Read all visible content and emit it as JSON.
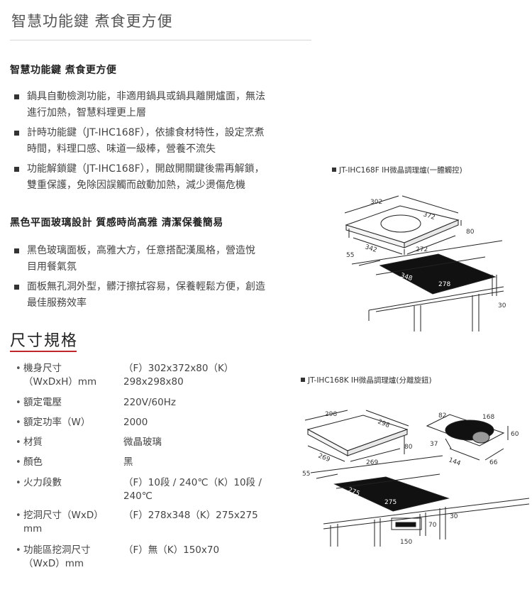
{
  "page_title": "智慧功能鍵 煮食更方便",
  "section1": {
    "heading": "智慧功能鍵  煮食更方便",
    "bullets": [
      [
        "鍋具自動檢測功能，非適用鍋具或鍋具離開爐面，無法",
        "進行加熱，智慧料理更上層"
      ],
      [
        "計時功能鍵（JT-IHC168F），依據食材特性，設定烹煮",
        "時間，料理口感、味道一級棒，營養不流失"
      ],
      [
        "功能解鎖鍵（JT-IHC168F），開啟開關鍵後需再解鎖，",
        "雙重保護，免除因誤觸而啟動加熱，減少燙傷危機"
      ]
    ]
  },
  "section2": {
    "heading": "黑色平面玻璃設計  質感時尚高雅  清潔保養簡易",
    "bullets": [
      [
        "黑色玻璃面板，高雅大方，任意搭配漢風格，營造悅",
        "目用餐氣氛"
      ],
      [
        "面板無孔洞外型，髒汙擦拭容易，保養輕鬆方便，創造",
        "最佳服務效率"
      ]
    ]
  },
  "specs": {
    "title": "尺寸規格",
    "rows": [
      {
        "label": [
          "機身尺寸",
          "（WxDxH）mm"
        ],
        "value": [
          "（F）302x372x80（K）",
          "298x298x80"
        ]
      },
      {
        "label": [
          "額定電壓"
        ],
        "value": [
          "220V/60Hz"
        ]
      },
      {
        "label": [
          "額定功率（W）"
        ],
        "value": [
          "2000"
        ]
      },
      {
        "label": [
          "材質"
        ],
        "value": [
          "微晶玻璃"
        ]
      },
      {
        "label": [
          "顏色"
        ],
        "value": [
          "黑"
        ]
      },
      {
        "label": [
          "火力段數"
        ],
        "value": [
          "（F）10段 / 240℃（K）10段 /",
          "240℃"
        ]
      },
      {
        "label": [
          "挖洞尺寸（WxD）",
          "mm"
        ],
        "value": [
          "（F）278x348（K）275x275"
        ]
      },
      {
        "label": [
          "功能區挖洞尺寸",
          "（WxD）mm"
        ],
        "value": [
          "（F）無（K）150x70"
        ]
      }
    ]
  },
  "diagram1": {
    "caption": "JT-IHC168F IH微晶調理爐(一體觸控)",
    "dims": {
      "w": "302",
      "d": "372",
      "h": "80",
      "d2": "342",
      "w2": "272",
      "edge": "55",
      "cut_d": "348",
      "cut_w": "278",
      "depth": "30"
    }
  },
  "diagram2": {
    "caption": "JT-IHC168K IH微晶調理爐(分離旋鈕)",
    "dims": {
      "w": "298",
      "d": "298",
      "h": "80",
      "d2": "269",
      "w2": "269",
      "edge": "55",
      "cut_d": "275",
      "cut_w": "275",
      "depth": "30",
      "knob_w": "82",
      "knob_d": "168",
      "knob_h": "37",
      "knob_h2": "60",
      "knob_base": "144",
      "knob_side": "66",
      "box_h": "70",
      "box_w": "150"
    }
  }
}
